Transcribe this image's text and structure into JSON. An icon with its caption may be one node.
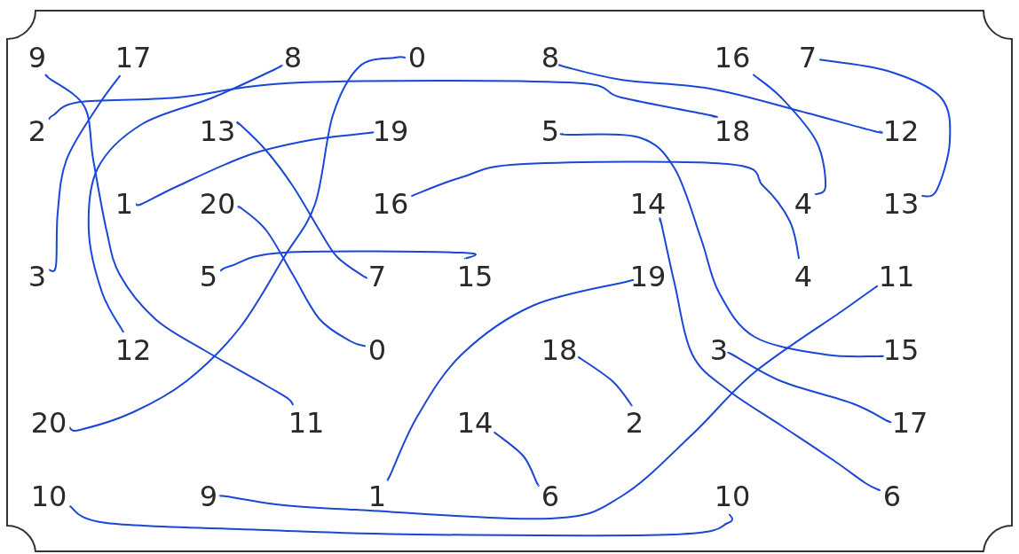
{
  "diagram": {
    "nodes": [
      {
        "text": [
          "9"
        ]
      },
      {
        "text": [
          "17"
        ]
      },
      {
        "text": [
          "8"
        ]
      },
      {
        "text": [
          "0"
        ]
      },
      {
        "text": [
          "8"
        ]
      },
      {
        "text": [
          "16"
        ]
      },
      {
        "text": [
          "7"
        ]
      },
      {
        "text": [
          "2"
        ]
      },
      {
        "text": [
          "13"
        ]
      },
      {
        "text": [
          "19"
        ]
      },
      {
        "text": [
          "5"
        ]
      },
      {
        "text": [
          "18"
        ]
      },
      {
        "text": [
          "12"
        ]
      },
      {
        "text": [
          "1"
        ]
      },
      {
        "text": [
          "20"
        ]
      },
      {
        "text": [
          "16"
        ]
      },
      {
        "text": [
          "14"
        ]
      },
      {
        "text": [
          "4"
        ]
      },
      {
        "text": [
          "13"
        ]
      },
      {
        "text": [
          "3"
        ]
      },
      {
        "text": [
          "5"
        ]
      },
      {
        "text": [
          "7"
        ]
      },
      {
        "text": [
          "15"
        ]
      },
      {
        "text": [
          "19"
        ]
      },
      {
        "text": [
          "4"
        ]
      },
      {
        "text": [
          "11"
        ]
      },
      {
        "text": [
          "12"
        ]
      },
      {
        "text": [
          "0"
        ]
      },
      {
        "text": [
          "18"
        ]
      },
      {
        "text": [
          "3"
        ]
      },
      {
        "text": [
          "15"
        ]
      },
      {
        "text": [
          "20"
        ]
      },
      {
        "text": [
          "11"
        ]
      },
      {
        "text": [
          "14"
        ]
      },
      {
        "text": [
          "2"
        ]
      },
      {
        "text": [
          "17"
        ]
      },
      {
        "text": [
          "10"
        ]
      },
      {
        "text": [
          "9"
        ]
      },
      {
        "text": [
          "1"
        ]
      },
      {
        "text": [
          "6"
        ]
      },
      {
        "text": [
          "10"
        ]
      },
      {
        "text": [
          "6"
        ]
      }
    ],
    "edges": [
      {
        "from": 0,
        "to": 32,
        "arrow": "none"
      },
      {
        "from": 1,
        "to": 19,
        "arrow": "none"
      },
      {
        "from": 2,
        "to": 26,
        "arrow": "none"
      },
      {
        "from": 3,
        "to": 31,
        "arrow": "none"
      },
      {
        "from": 4,
        "to": 12,
        "arrow": "none"
      },
      {
        "from": 5,
        "to": 17,
        "arrow": "none"
      },
      {
        "from": 6,
        "to": 18,
        "arrow": "none"
      },
      {
        "from": 7,
        "to": 11,
        "arrow": "none"
      },
      {
        "from": 8,
        "to": 21,
        "arrow": "none"
      },
      {
        "from": 9,
        "to": 13,
        "arrow": "none"
      },
      {
        "from": 10,
        "to": 30,
        "arrow": "none"
      },
      {
        "from": 14,
        "to": 27,
        "arrow": "none"
      },
      {
        "from": 15,
        "to": 24,
        "arrow": "none"
      },
      {
        "from": 16,
        "to": 41,
        "arrow": "none"
      },
      {
        "from": 20,
        "to": 22,
        "arrow": "none"
      },
      {
        "from": 23,
        "to": 38,
        "arrow": "none"
      },
      {
        "from": 25,
        "to": 37,
        "arrow": "none"
      },
      {
        "from": 28,
        "to": 34,
        "arrow": "none"
      },
      {
        "from": 29,
        "to": 35,
        "arrow": "none"
      },
      {
        "from": 33,
        "to": 39,
        "arrow": "none"
      },
      {
        "from": 36,
        "to": 40,
        "arrow": "none"
      }
    ]
  }
}
